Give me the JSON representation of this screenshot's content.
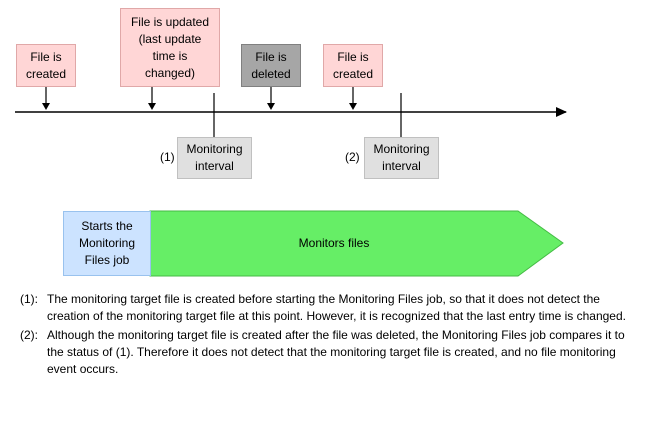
{
  "timeline": {
    "events": [
      {
        "label": "File is\ncreated",
        "kind": "create"
      },
      {
        "label": "File is updated\n(last update\ntime is\nchanged)",
        "kind": "update"
      },
      {
        "label": "File is\ndeleted",
        "kind": "delete"
      },
      {
        "label": "File is\ncreated",
        "kind": "create"
      }
    ],
    "intervals": [
      {
        "marker": "(1)",
        "label": "Monitoring\ninterval"
      },
      {
        "marker": "(2)",
        "label": "Monitoring\ninterval"
      }
    ]
  },
  "job": {
    "start_label": "Starts the\nMonitoring\nFiles job",
    "monitor_label": "Monitors files"
  },
  "notes": [
    {
      "num": "(1):",
      "text": "The monitoring target file is created before starting the Monitoring Files job, so that it does not detect the creation of the monitoring target file at this point. However, it is recognized that the last entry time is changed."
    },
    {
      "num": "(2):",
      "text": "Although the monitoring target file is created after the file was deleted, the Monitoring Files job compares it to the status of (1). Therefore it does not detect that the monitoring target file is created, and no file monitoring event occurs."
    }
  ],
  "colors": {
    "event_box": "#ffd6d6",
    "delete_box": "#a6a6a6",
    "interval_box": "#e0e0e0",
    "start_box": "#cce3ff",
    "monitor_arrow": "#66ee66"
  }
}
